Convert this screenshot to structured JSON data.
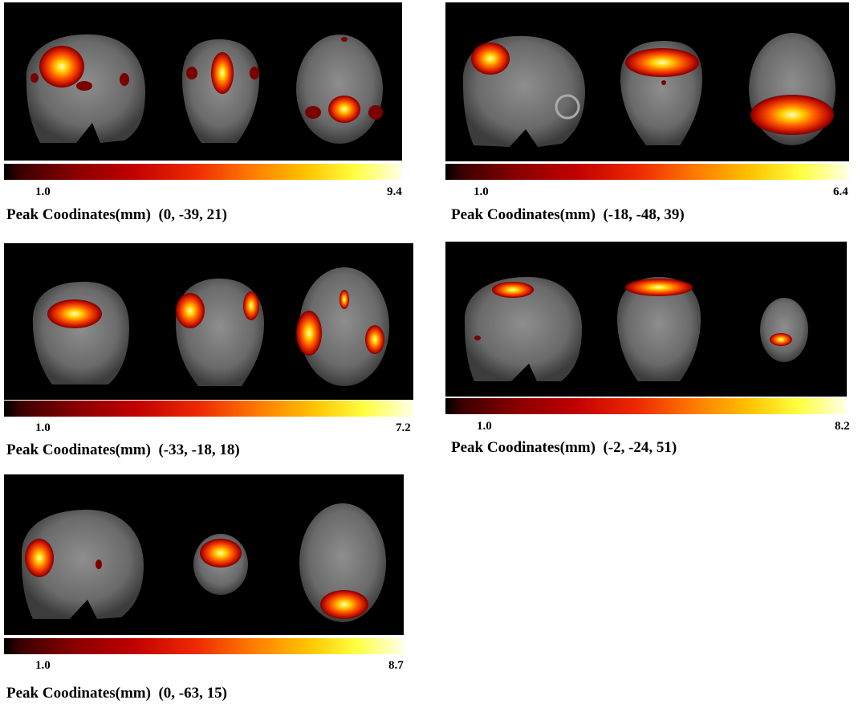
{
  "panels": [
    {
      "cmin": "1.0",
      "cmax": "9.4",
      "peak_label": "Peak Coodinates(mm)",
      "peak": "(0, -39, 21)"
    },
    {
      "cmin": "1.0",
      "cmax": "6.4",
      "peak_label": "Peak Coodinates(mm)",
      "peak": "(-18, -48, 39)"
    },
    {
      "cmin": "1.0",
      "cmax": "7.2",
      "peak_label": "Peak Coodinates(mm)",
      "peak": "(-33, -18, 18)"
    },
    {
      "cmin": "1.0",
      "cmax": "8.2",
      "peak_label": "Peak Coodinates(mm)",
      "peak": "(-2, -24, 51)"
    },
    {
      "cmin": "1.0",
      "cmax": "8.7",
      "peak_label": "Peak Coodinates(mm)",
      "peak": "(0, -63, 15)"
    }
  ],
  "colormap": [
    "#000000",
    "#8a0000",
    "#ee2a00",
    "#ff7a00",
    "#ffff40",
    "#ffffe8"
  ]
}
